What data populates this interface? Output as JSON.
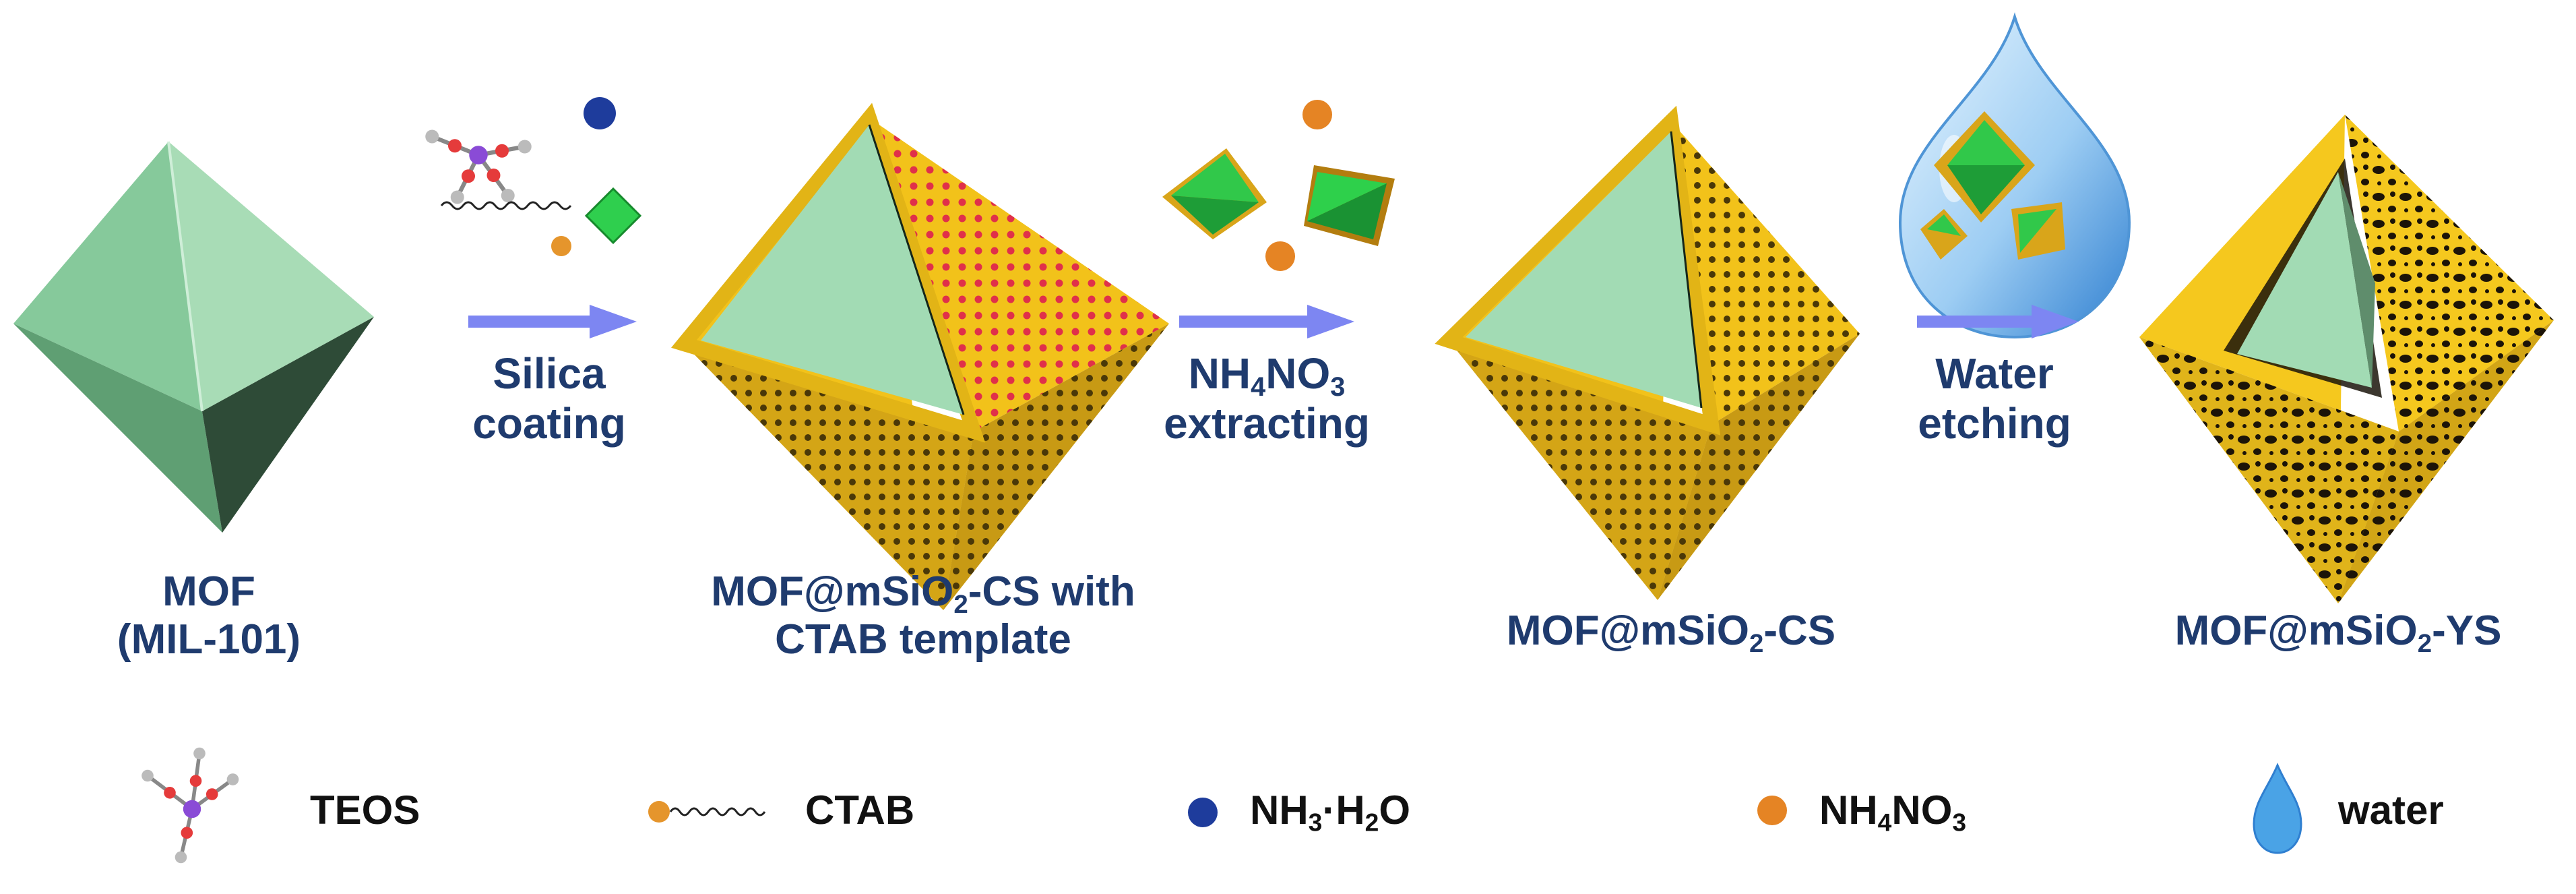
{
  "stages": [
    {
      "line1": "MOF",
      "line2": "(MIL-101)"
    },
    {
      "pre": "MOF@mSiO",
      "sub": "2",
      "post": "-CS with",
      "line2": "CTAB template"
    },
    {
      "pre": "MOF@mSiO",
      "sub": "2",
      "post": "-CS"
    },
    {
      "pre": "MOF@mSiO",
      "sub": "2",
      "post": "-YS"
    }
  ],
  "steps": [
    {
      "line1": "Silica",
      "line2": "coating"
    },
    {
      "a": "NH",
      "a_sub": "4",
      "b": "NO",
      "b_sub": "3",
      "line2": "extracting"
    },
    {
      "line1": "Water",
      "line2": "etching"
    }
  ],
  "legend": {
    "teos": "TEOS",
    "ctab": "CTAB",
    "ammonia": {
      "a": "NH",
      "a_sub": "3",
      "b": "·H",
      "b_sub": "2",
      "c": "O"
    },
    "nh4no3": {
      "a": "NH",
      "a_sub": "4",
      "b": "NO",
      "b_sub": "3"
    },
    "water": "water"
  },
  "colors": {
    "text_blue": "#1f3b6e",
    "mof_green": "#9fd6ae",
    "silica_yellow": "#f2c21a",
    "template_red": "#e0304a",
    "arrow_blue": "#7d86f2",
    "ammonia_blue": "#1e3c9c",
    "nh4no3_orange": "#e58424",
    "water_blue": "#4aa3e6"
  }
}
